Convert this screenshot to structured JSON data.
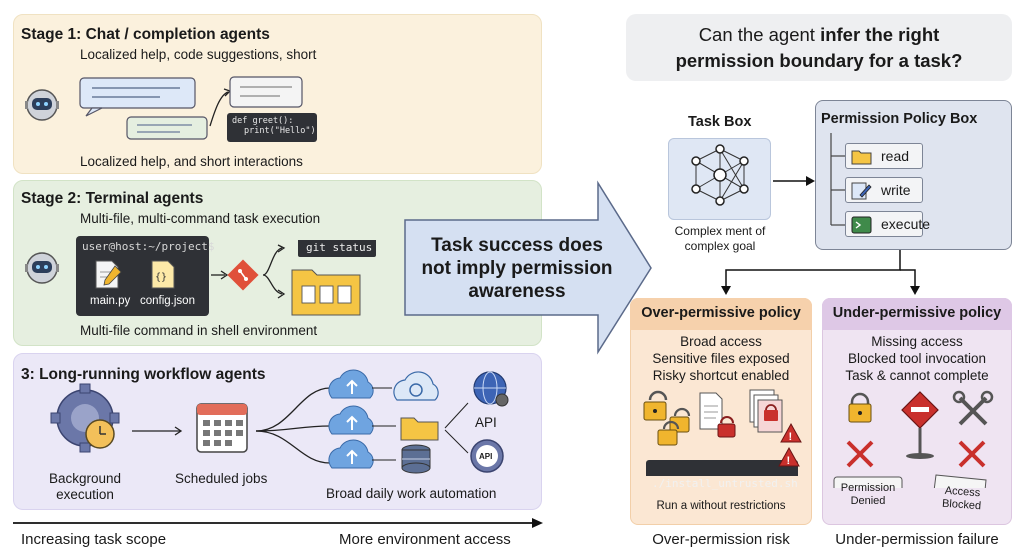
{
  "stage1": {
    "title": "Stage 1: Chat / completion agents",
    "subtitle": "Localized help, code suggestions, short",
    "code_line1": "def greet():",
    "code_line2": "print(\"Hello\")",
    "footer": "Localized help, and short interactions"
  },
  "stage2": {
    "title": "Stage 2: Terminal agents",
    "subtitle": "Multi-file, multi-command task execution",
    "prompt": "user@host:~/project$",
    "file1": "main.py",
    "file2": "config.json",
    "git_command": "git status",
    "footer": "Multi-file command in shell environment"
  },
  "stage3": {
    "title": "3: Long-running workflow agents",
    "label_background": "Background execution",
    "label_background_l1": "Background",
    "label_background_l2": "execution",
    "label_scheduled": "Scheduled jobs",
    "label_api1": "API",
    "label_api2": "API",
    "label_automation": "Broad daily work automation"
  },
  "bottom_axis": {
    "left_label": "Increasing task scope",
    "right_label": "More environment access"
  },
  "center_arrow": {
    "line1": "Task success does",
    "line2": "not imply permission",
    "line3": "awareness"
  },
  "question": {
    "prefix": "Can the agent ",
    "bold1": "infer the right",
    "bold2": "permission boundary for a task?"
  },
  "task_box": {
    "title": "Task Box",
    "caption_l1": "Complex ment of",
    "caption_l2": "complex goal"
  },
  "permission_box": {
    "title": "Permission Policy Box",
    "items": [
      "read",
      "write",
      "execute"
    ]
  },
  "over_policy": {
    "title": "Over-permissive policy",
    "lines": [
      "Broad access",
      "Sensitive files exposed",
      "Risky shortcut enabled"
    ],
    "terminal_cmd": "./install_untrusted.sh",
    "caption": "Run a without restrictions",
    "footer": "Over-permission risk"
  },
  "under_policy": {
    "title": "Under-permissive policy",
    "lines": [
      "Missing access",
      "Blocked tool invocation",
      "Task & cannot complete"
    ],
    "denied_l1": "Permission",
    "denied_l2": "Denied",
    "blocked_l1": "Access",
    "blocked_l2": "Blocked",
    "footer": "Under-permission failure"
  },
  "colors": {
    "stage1_bg": "#fbf1dd",
    "stage2_bg": "#e6efe0",
    "stage3_bg": "#ebe8f7",
    "arrow_fill": "#d5e0f2",
    "over_bg": "#fbe7d3",
    "under_bg": "#efe4f2",
    "danger": "#c9302c",
    "lock_gold": "#f0b52e"
  }
}
